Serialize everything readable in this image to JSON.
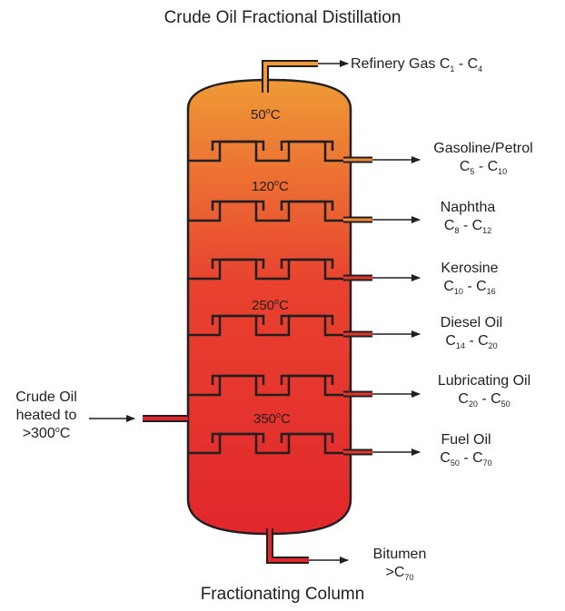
{
  "title": "Crude Oil Fractional Distillation",
  "column_label": "Fractionating Column",
  "colors": {
    "top": "#ef9a36",
    "bottom": "#e2272c",
    "outline": "#231f20"
  },
  "feed": {
    "line1": "Crude Oil",
    "line2": "heated to",
    "line3": ">300",
    "unit": "C",
    "degree": "o"
  },
  "temperatures": [
    {
      "value": "50",
      "unit": "C",
      "degree": "o"
    },
    {
      "value": "120",
      "unit": "C",
      "degree": "o"
    },
    {
      "value": "250",
      "unit": "C",
      "degree": "o"
    },
    {
      "value": "350",
      "unit": "C",
      "degree": "o"
    }
  ],
  "top_product": {
    "name": "Refinery Gas C",
    "from_sub": "1",
    "dash": " - C",
    "to_sub": "4"
  },
  "fractions": [
    {
      "name": "Gasoline/Petrol",
      "c": "C",
      "from_sub": "5",
      "dash": " - C",
      "to_sub": "10"
    },
    {
      "name": "Naphtha",
      "c": "C",
      "from_sub": "8",
      "dash": " - C",
      "to_sub": "12"
    },
    {
      "name": "Kerosine",
      "c": "C",
      "from_sub": "10",
      "dash": " - C",
      "to_sub": "16"
    },
    {
      "name": "Diesel Oil",
      "c": "C",
      "from_sub": "14",
      "dash": " - C",
      "to_sub": "20"
    },
    {
      "name": "Lubricating Oil",
      "c": "C",
      "from_sub": "20",
      "dash": " - C",
      "to_sub": "50"
    },
    {
      "name": "Fuel Oil",
      "c": "C",
      "from_sub": "50",
      "dash": " - C",
      "to_sub": "70"
    }
  ],
  "bottom_product": {
    "name": "Bitumen",
    "prefix": ">C",
    "sub": "70"
  }
}
